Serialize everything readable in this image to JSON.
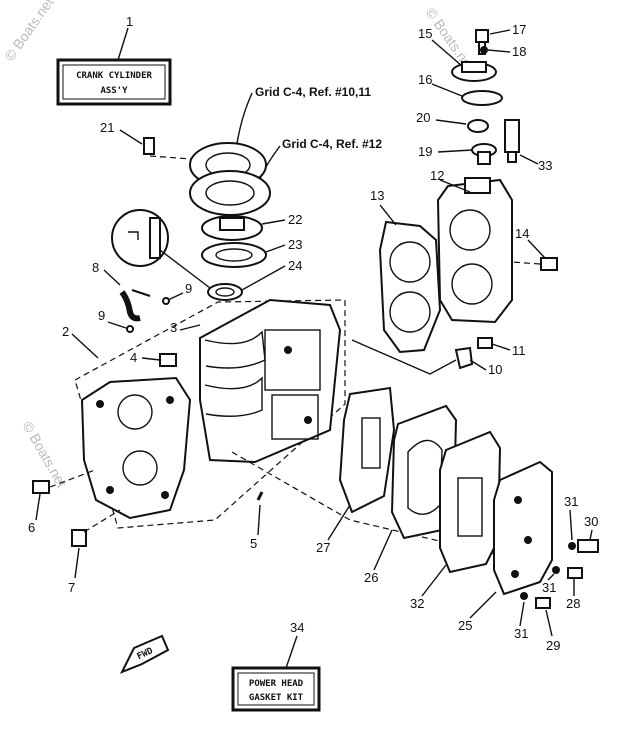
{
  "boxes": {
    "crank_cylinder_line1": "CRANK CYLINDER",
    "crank_cylinder_line2": "ASS'Y",
    "gasket_kit_line1": "POWER HEAD",
    "gasket_kit_line2": "GASKET KIT"
  },
  "references": {
    "ref_10_11": "Grid C-4, Ref. #10,11",
    "ref_12": "Grid C-4, Ref. #12"
  },
  "fwd_label": "FWD",
  "watermark": "© Boats.net",
  "callouts": {
    "c1": "1",
    "c2": "2",
    "c3": "3",
    "c4": "4",
    "c5": "5",
    "c6": "6",
    "c7": "7",
    "c8": "8",
    "c9a": "9",
    "c9b": "9",
    "c10": "10",
    "c11": "11",
    "c12": "12",
    "c13": "13",
    "c14": "14",
    "c15": "15",
    "c16": "16",
    "c17": "17",
    "c18": "18",
    "c19": "19",
    "c20": "20",
    "c21": "21",
    "c22": "22",
    "c23": "23",
    "c24": "24",
    "c25": "25",
    "c26": "26",
    "c27": "27",
    "c28": "28",
    "c29": "29",
    "c30": "30",
    "c31a": "31",
    "c31b": "31",
    "c31c": "31",
    "c32": "32",
    "c33": "33",
    "c34": "34"
  }
}
